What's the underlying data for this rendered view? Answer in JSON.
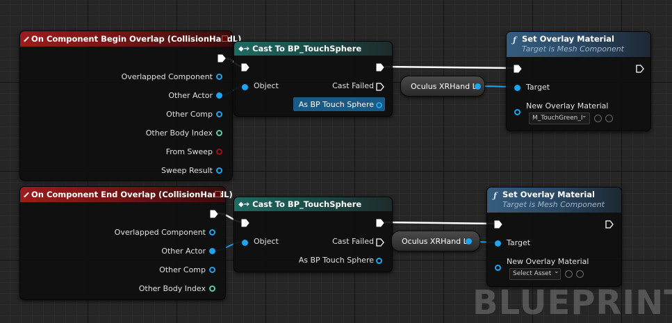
{
  "event_begin": {
    "title": "On Component Begin Overlap (CollisionHandL)",
    "pins": [
      "Overlapped Component",
      "Other Actor",
      "Other Comp",
      "Other Body Index",
      "From Sweep",
      "Sweep Result"
    ]
  },
  "cast_begin": {
    "title": "Cast To BP_TouchSphere",
    "object_label": "Object",
    "cast_failed_label": "Cast Failed",
    "as_label": "As BP Touch Sphere"
  },
  "var_begin": {
    "label": "Oculus XRHand L"
  },
  "set_begin": {
    "title": "Set Overlay Material",
    "subtitle": "Target is Mesh Component",
    "target_label": "Target",
    "material_label": "New Overlay Material",
    "asset_value": "M_TouchGreen_I"
  },
  "event_end": {
    "title": "On Component End Overlap (CollisionHandL)",
    "pins": [
      "Overlapped Component",
      "Other Actor",
      "Other Comp",
      "Other Body Index"
    ]
  },
  "cast_end": {
    "title": "Cast To BP_TouchSphere",
    "object_label": "Object",
    "cast_failed_label": "Cast Failed",
    "as_label": "As BP Touch Sphere"
  },
  "var_end": {
    "label": "Oculus XRHand L"
  },
  "set_end": {
    "title": "Set Overlay Material",
    "subtitle": "Target is Mesh Component",
    "target_label": "Target",
    "material_label": "New Overlay Material",
    "asset_value": "Select Asset"
  },
  "watermark": "BLUEPRINT",
  "colors": {
    "event_header": "#9c1c1c",
    "cast_header": "#1f6b63",
    "function_header": "#355d80",
    "object_pin": "#1ea5f0",
    "int_pin": "#5ad2a0",
    "bool_pin": "#a0101a",
    "exec_wire": "#ffffff"
  }
}
